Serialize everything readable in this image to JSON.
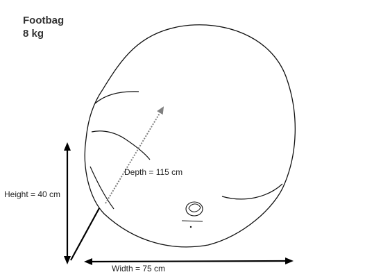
{
  "product": {
    "name": "Footbag",
    "weight": "8 kg"
  },
  "dimensions": {
    "depth": "Depth = 115 cm",
    "height": "Height = 40 cm",
    "width": "Width = 75 cm"
  },
  "colors": {
    "outline": "#111111",
    "depth_arrow": "#808080",
    "text": "#333333"
  }
}
